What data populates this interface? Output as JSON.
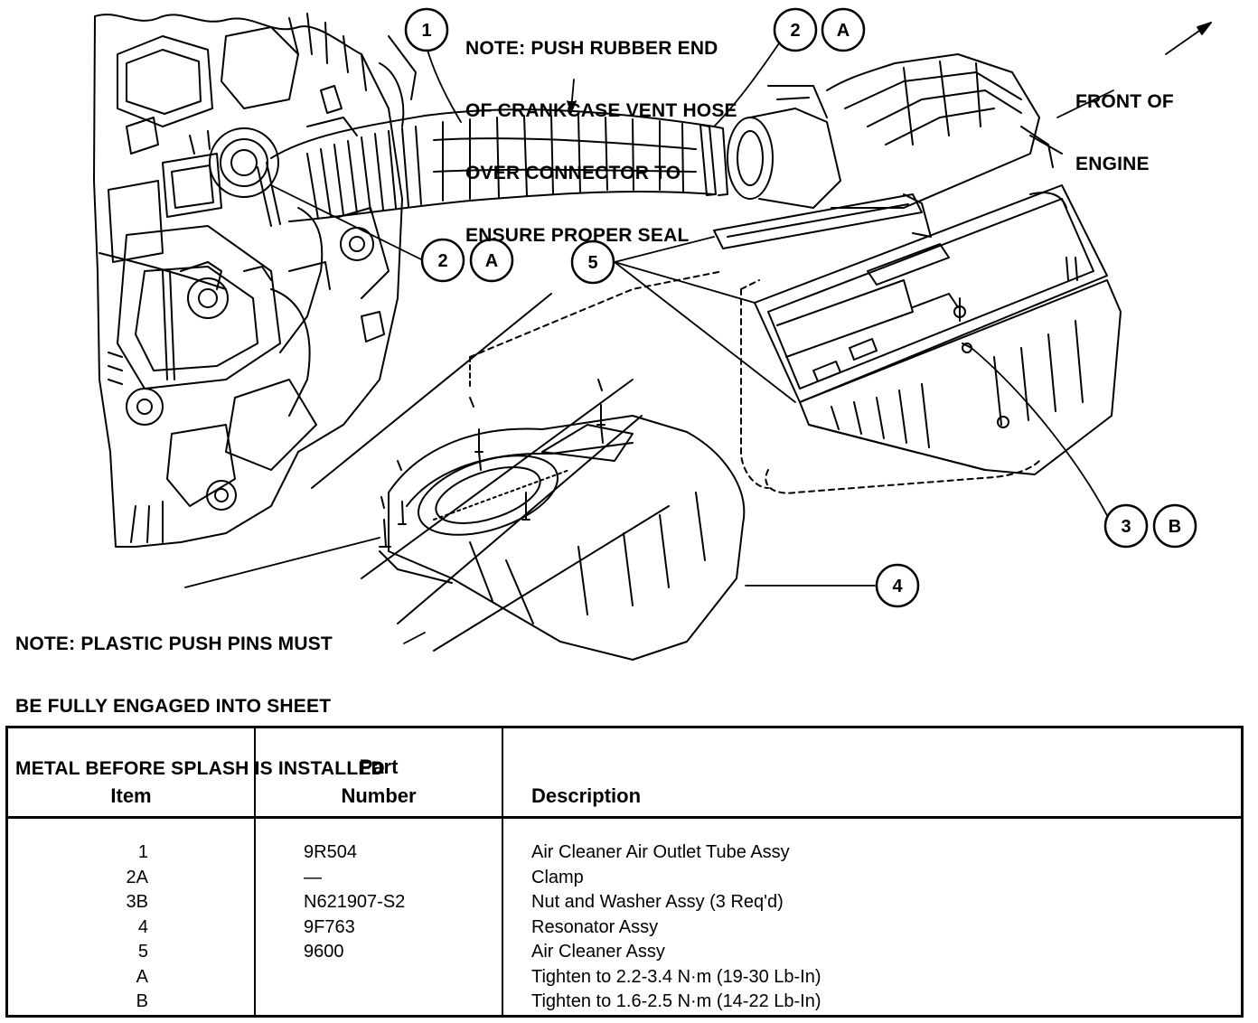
{
  "notes": {
    "vent_hose": [
      "NOTE: PUSH RUBBER END",
      "OF CRANKCASE VENT HOSE",
      "OVER CONNECTOR TO",
      "ENSURE PROPER SEAL"
    ],
    "push_pins": [
      "NOTE: PLASTIC PUSH PINS MUST",
      "BE FULLY ENGAGED INTO SHEET",
      "METAL BEFORE SPLASH IS INSTALLED"
    ],
    "front_of_engine": [
      "FRONT OF",
      "ENGINE"
    ]
  },
  "callouts": {
    "c1": "1",
    "c2_top": "2",
    "cA_top": "A",
    "c2_mid": "2",
    "cA_mid": "A",
    "c5": "5",
    "c3": "3",
    "cB": "B",
    "c4": "4"
  },
  "table": {
    "headers": {
      "item": "Item",
      "part_line1": "Part",
      "part_line2": "Number",
      "description": "Description"
    },
    "rows": [
      {
        "item": "1",
        "part": "9R504",
        "description": "Air Cleaner Air Outlet Tube Assy"
      },
      {
        "item": "2A",
        "part": "—",
        "description": "Clamp"
      },
      {
        "item": "3B",
        "part": "N621907-S2",
        "description": "Nut and Washer Assy (3 Req'd)"
      },
      {
        "item": "4",
        "part": "9F763",
        "description": "Resonator Assy"
      },
      {
        "item": "5",
        "part": "9600",
        "description": "Air Cleaner Assy"
      },
      {
        "item": "A",
        "part": "",
        "description": "Tighten to 2.2-3.4 N·m (19-30 Lb-In)"
      },
      {
        "item": "B",
        "part": "",
        "description": "Tighten to 1.6-2.5 N·m (14-22 Lb-In)"
      }
    ]
  }
}
